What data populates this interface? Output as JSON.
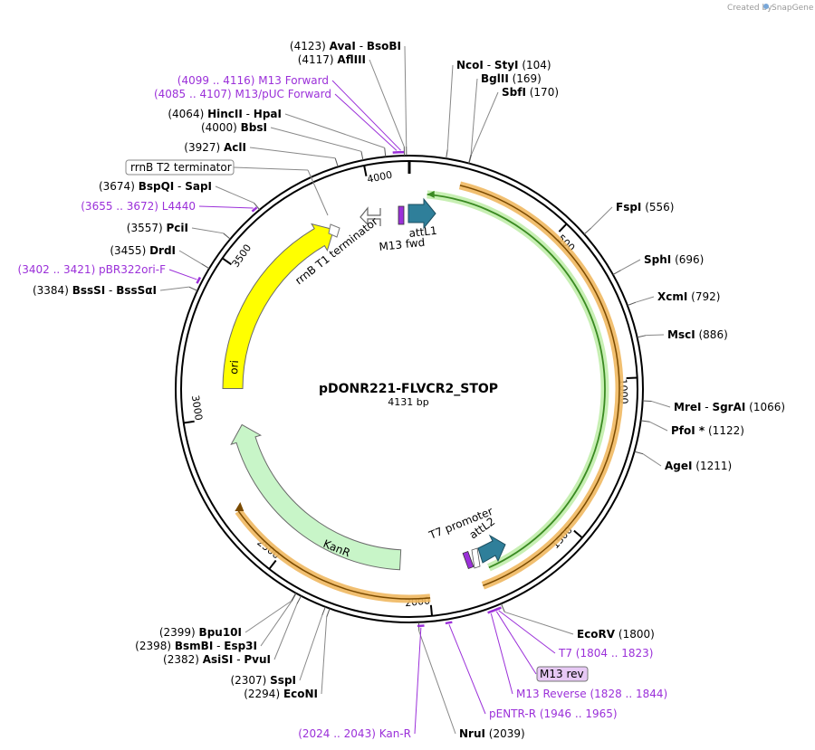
{
  "header": {
    "credit_text": "Created by",
    "credit_brand": "SnapGene"
  },
  "plasmid": {
    "name": "pDONR221-FLVCR2_STOP",
    "size_label": "4131 bp",
    "length": 4131
  },
  "colors": {
    "backbone": "#000000",
    "ori": "#ffff00",
    "kanr": "#c8f5c8",
    "att": "#2f7f9a",
    "orange_band": "#f0b860",
    "green_arc": "#3a8a22",
    "primer": "#9b30d9",
    "m13rev_box": "#e7c9f5"
  },
  "ticks": [
    {
      "pos": 500,
      "label": "500"
    },
    {
      "pos": 1000,
      "label": "1000"
    },
    {
      "pos": 1500,
      "label": "1500"
    },
    {
      "pos": 2000,
      "label": "2000"
    },
    {
      "pos": 2500,
      "label": "2500"
    },
    {
      "pos": 3000,
      "label": "3000"
    },
    {
      "pos": 3500,
      "label": "3500"
    },
    {
      "pos": 4000,
      "label": "4000"
    }
  ],
  "enzymes": [
    {
      "name": "AvaI",
      "name2": "BsoBI",
      "num": "(4123)",
      "pos": 4123
    },
    {
      "name": "AflIII",
      "num": "(4117)",
      "pos": 4117
    },
    {
      "name": "HincII",
      "name2": "HpaI",
      "num": "(4064)",
      "pos": 4064
    },
    {
      "name": "BbsI",
      "num": "(4000)",
      "pos": 4000
    },
    {
      "name": "AclI",
      "num": "(3927)",
      "pos": 3927
    },
    {
      "name": "BspQI",
      "name2": "SapI",
      "num": "(3674)",
      "pos": 3674
    },
    {
      "name": "PciI",
      "num": "(3557)",
      "pos": 3557
    },
    {
      "name": "DrdI",
      "num": "(3455)",
      "pos": 3455
    },
    {
      "name": "BssSI",
      "name2": "BssSαI",
      "num": "(3384)",
      "pos": 3384
    },
    {
      "name": "NcoI",
      "name2": "StyI",
      "num": "(104)",
      "pos": 104
    },
    {
      "name": "BglII",
      "num": "(169)",
      "pos": 169
    },
    {
      "name": "SbfI",
      "num": "(170)",
      "pos": 170
    },
    {
      "name": "FspI",
      "num": "(556)",
      "pos": 556
    },
    {
      "name": "SphI",
      "num": "(696)",
      "pos": 696
    },
    {
      "name": "XcmI",
      "num": "(792)",
      "pos": 792
    },
    {
      "name": "MscI",
      "num": "(886)",
      "pos": 886
    },
    {
      "name": "MreI",
      "name2": "SgrAI",
      "num": "(1066)",
      "pos": 1066
    },
    {
      "name": "PfoI *",
      "num": "(1122)",
      "pos": 1122
    },
    {
      "name": "AgeI",
      "num": "(1211)",
      "pos": 1211
    },
    {
      "name": "EcoRV",
      "num": "(1800)",
      "pos": 1800
    },
    {
      "name": "NruI",
      "num": "(2039)",
      "pos": 2039
    },
    {
      "name": "Bpu10I",
      "num": "(2399)",
      "pos": 2399
    },
    {
      "name": "BsmBI",
      "name2": "Esp3I",
      "num": "(2398)",
      "pos": 2398
    },
    {
      "name": "AsiSI",
      "name2": "PvuI",
      "num": "(2382)",
      "pos": 2382
    },
    {
      "name": "SspI",
      "num": "(2307)",
      "pos": 2307
    },
    {
      "name": "EcoNI",
      "num": "(2294)",
      "pos": 2294
    }
  ],
  "primers": [
    {
      "name": "M13 Forward",
      "range": "(4099 .. 4116)",
      "start": 4099,
      "end": 4116
    },
    {
      "name": "M13/pUC Forward",
      "range": "(4085 .. 4107)",
      "start": 4085,
      "end": 4107
    },
    {
      "name": "L4440",
      "range": "(3655 .. 3672)",
      "start": 3655,
      "end": 3672
    },
    {
      "name": "pBR322ori-F",
      "range": "(3402 .. 3421)",
      "start": 3402,
      "end": 3421
    },
    {
      "name": "T7",
      "range": "(1804 .. 1823)",
      "start": 1804,
      "end": 1823
    },
    {
      "name": "M13 rev",
      "range": "",
      "start": 1810,
      "end": 1830
    },
    {
      "name": "M13 Reverse",
      "range": "(1828 .. 1844)",
      "start": 1828,
      "end": 1844
    },
    {
      "name": "pENTR-R",
      "range": "(1946 .. 1965)",
      "start": 1946,
      "end": 1965
    },
    {
      "name": "Kan-R",
      "range": "(2024 .. 2043)",
      "start": 2024,
      "end": 2043
    }
  ],
  "features": {
    "rrnB_T2": "rrnB T2 terminator",
    "rrnB_T1": "rrnB T1 terminator",
    "M13_fwd": "M13 fwd",
    "attL1": "attL1",
    "attL2": "attL2",
    "T7_promoter": "T7 promoter",
    "ori": "ori",
    "KanR": "KanR"
  }
}
